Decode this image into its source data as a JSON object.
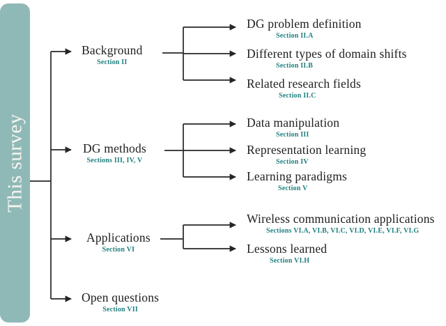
{
  "sidebar": {
    "title": "This survey"
  },
  "colors": {
    "bar": "#8FB9B6",
    "bar_text": "#F7F6F2",
    "section_label": "#217F7F",
    "main_text": "#1E1E1E",
    "line": "#262626"
  },
  "tree": {
    "level1": [
      {
        "label": "Background",
        "section": "Section II"
      },
      {
        "label": "DG methods",
        "section": "Sections III, IV, V"
      },
      {
        "label": "Applications",
        "section": "Section VI"
      },
      {
        "label": "Open questions",
        "section": "Section VII"
      }
    ],
    "level2": [
      {
        "label": "DG problem definition",
        "section": "Section II.A",
        "parent": "Background"
      },
      {
        "label": "Different types of domain shifts",
        "section": "Section II.B",
        "parent": "Background"
      },
      {
        "label": "Related research fields",
        "section": "Section II.C",
        "parent": "Background"
      },
      {
        "label": "Data manipulation",
        "section": "Section III",
        "parent": "DG methods"
      },
      {
        "label": "Representation learning",
        "section": "Section IV",
        "parent": "DG methods"
      },
      {
        "label": "Learning paradigms",
        "section": "Section V",
        "parent": "DG methods"
      },
      {
        "label": "Wireless communication applications",
        "section": "Sections VI.A, VI.B, VI.C, VI.D, VI.E, VI.F, VI.G",
        "parent": "Applications"
      },
      {
        "label": "Lessons learned",
        "section": "Section VI.H",
        "parent": "Applications"
      }
    ]
  }
}
